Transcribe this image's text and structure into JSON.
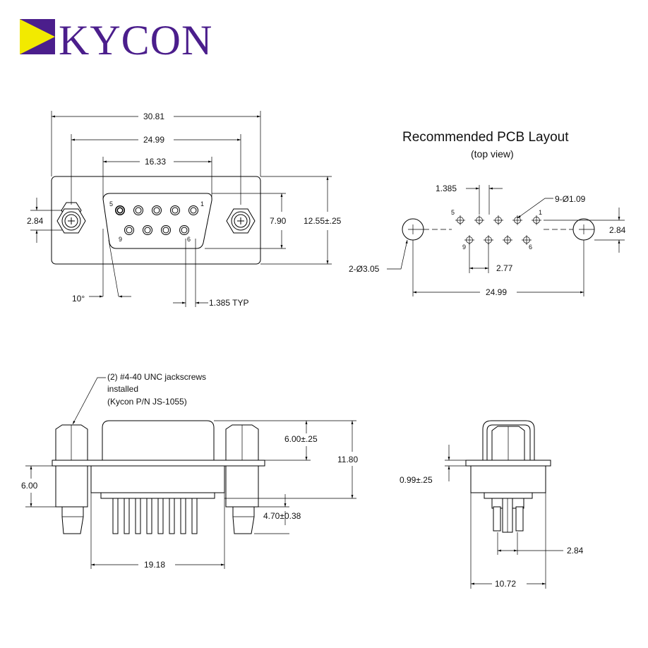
{
  "brand": {
    "name": "KYCON",
    "purple": "#4b1e8c",
    "yellow": "#f2ea00"
  },
  "front_view": {
    "dim_overall_width": "30.81",
    "dim_mount_spacing": "24.99",
    "dim_shell_width": "16.33",
    "dim_mount_offset": "2.84",
    "dim_shell_height": "7.90",
    "dim_overall_height": "12.55±.25",
    "dim_angle": "10°",
    "dim_pin_pitch": "1.385 TYP",
    "pin_labels": [
      "5",
      "1",
      "9",
      "6"
    ]
  },
  "pcb_layout": {
    "title": "Recommended PCB Layout",
    "subtitle": "(top view)",
    "dim_pitch": "1.385",
    "dim_pin_holes": "9-Ø1.09",
    "dim_mount_holes": "2-Ø3.05",
    "dim_row_offset": "2.84",
    "dim_row_pitch": "2.77",
    "dim_mount_spacing": "24.99",
    "pin_labels": [
      "5",
      "1",
      "9",
      "6"
    ]
  },
  "side_view": {
    "note_line1": "(2) #4-40 UNC jackscrews",
    "note_line2": "installed",
    "note_line3": "(Kycon P/N JS-1055)",
    "dim_shell_depth": "6.00±.25",
    "dim_total_height": "11.80",
    "dim_jackscrew_height": "6.00",
    "dim_tail_length": "4.70±0.38",
    "dim_mount_span": "19.18"
  },
  "end_view": {
    "dim_flange": "0.99±.25",
    "dim_row_offset": "2.84",
    "dim_width": "10.72"
  }
}
